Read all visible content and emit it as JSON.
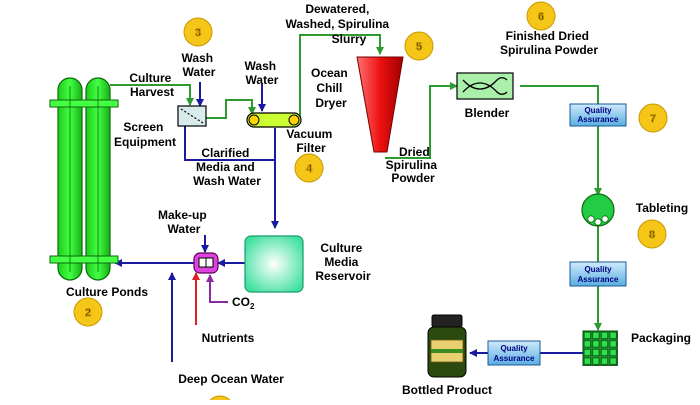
{
  "steps": [
    "2",
    "3",
    "4",
    "5",
    "6",
    "7",
    "8"
  ],
  "labels": {
    "culture_harvest": [
      "Culture",
      "Harvest"
    ],
    "wash_water_3": [
      "Wash",
      "Water"
    ],
    "wash_water_vf": [
      "Wash",
      "Water"
    ],
    "dewatered": [
      "Dewatered,",
      "Washed, Spirulina",
      "Slurry"
    ],
    "finished": [
      "Finished Dried",
      "Spirulina Powder"
    ],
    "ocean_chill_dryer": [
      "Ocean",
      "Chill",
      "Dryer"
    ],
    "screen_equipment": [
      "Screen",
      "Equipment"
    ],
    "vacuum_filter": [
      "Vacuum",
      "Filter"
    ],
    "clarified": [
      "Clarified",
      "Media and",
      "Wash Water"
    ],
    "blender": "Blender",
    "dried_powder": [
      "Dried",
      "Spirulina",
      "Powder"
    ],
    "tableting": "Tableting",
    "makeup_water": [
      "Make-up",
      "Water"
    ],
    "culture_media_reservoir": [
      "Culture",
      "Media",
      "Reservoir"
    ],
    "culture_ponds": "Culture Ponds",
    "co2": "CO",
    "co2_sub": "2",
    "nutrients": "Nutrients",
    "deep_ocean_water": "Deep Ocean Water",
    "packaging": "Packaging",
    "bottled_product": "Bottled Product",
    "qa_line1": "Quality",
    "qa_line2": "Assurance"
  },
  "colors": {
    "green_line": "#2e9b2e",
    "blue_line": "#1a1aa0",
    "red_line": "#dd2020",
    "purple_line": "#8a2aa0",
    "step_circle": "#f5c518",
    "pond": "#22ee22",
    "dryer": "#ee1111",
    "reservoir": "#7ff0c0",
    "qa_box": "#6ab8e8"
  }
}
